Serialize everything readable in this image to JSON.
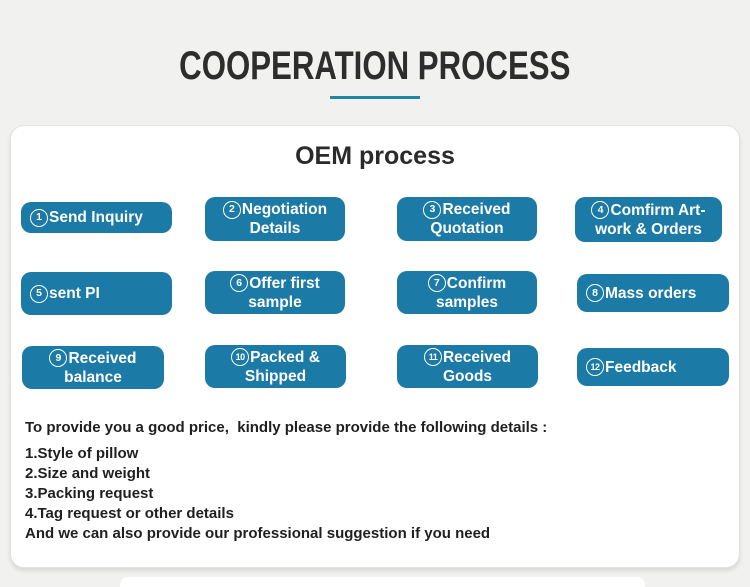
{
  "header": {
    "title": "COOPERATION PROCESS"
  },
  "card": {
    "title": "OEM process",
    "steps": [
      {
        "num": "1",
        "lines": [
          "Send Inquiry"
        ]
      },
      {
        "num": "2",
        "lines": [
          "Negotiation",
          "Details"
        ]
      },
      {
        "num": "3",
        "lines": [
          "Received",
          "Quotation"
        ]
      },
      {
        "num": "4",
        "lines": [
          "Comfirm Art-",
          "work & Orders"
        ]
      },
      {
        "num": "5",
        "lines": [
          "sent PI"
        ]
      },
      {
        "num": "6",
        "lines": [
          "Offer first",
          "sample"
        ]
      },
      {
        "num": "7",
        "lines": [
          "Confirm",
          "samples"
        ]
      },
      {
        "num": "8",
        "lines": [
          "Mass orders"
        ]
      },
      {
        "num": "9",
        "lines": [
          "Received",
          "balance"
        ]
      },
      {
        "num": "10",
        "lines": [
          "Packed &",
          "Shipped"
        ]
      },
      {
        "num": "11",
        "lines": [
          "Received",
          "Goods"
        ]
      },
      {
        "num": "12",
        "lines": [
          "Feedback"
        ]
      }
    ],
    "note": {
      "intro": "To provide you a good price,  kindly please provide the following details :",
      "items": [
        "1.Style of pillow",
        "2.Size and weight",
        "3.Packing request",
        "4.Tag request or other details"
      ],
      "outro": "And we can also provide our professional suggestion if you need"
    }
  },
  "colors": {
    "button_blue": "#1b7aa6",
    "underline_teal": "#1f86a6"
  }
}
